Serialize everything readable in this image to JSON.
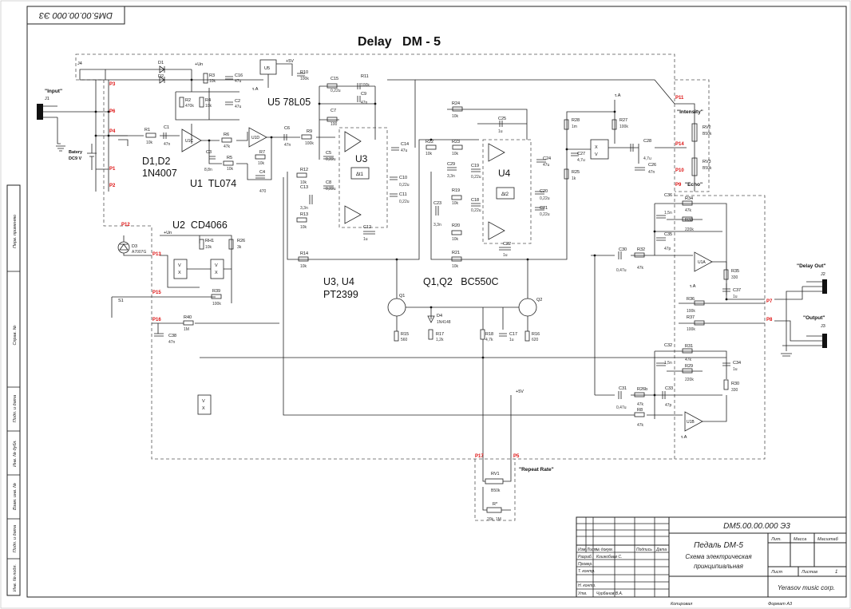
{
  "doc_code_rotated": "DM5.00.00.000 Э3",
  "title": "Delay   DM - 5",
  "blocks": {
    "d1d2": [
      "D1,D2",
      "1N4007"
    ],
    "u1": "U1  TL074",
    "u2": "U2  CD4066",
    "u5": "U5  78L05",
    "u3u4": [
      "U3, U4",
      "PT2399"
    ],
    "q1q2": "Q1,Q2   BC550C",
    "u3": "U3",
    "u4": "U4"
  },
  "connectors": {
    "input": "\"Input\"",
    "j1": "J1",
    "battery": [
      "Batery",
      "DC9 V"
    ],
    "intensity": "\"Intensity\"",
    "echo": "\"Echo\"",
    "delay_out": "\"Delay Out\"",
    "j2": "J2",
    "output": "\"Output\"",
    "j3": "J3",
    "repeat_rate": "\"Repeat Rate\""
  },
  "ports": [
    "P3",
    "P6",
    "P4",
    "P1",
    "P2",
    "P12",
    "P13",
    "P15",
    "P16",
    "P11",
    "P14",
    "P10",
    "P9",
    "P7",
    "P8",
    "P17",
    "P5"
  ],
  "components": [
    {
      "ref": "D1",
      "val": ""
    },
    {
      "ref": "D2",
      "val": ""
    },
    {
      "ref": "J4",
      "val": ""
    },
    {
      "ref": "R3",
      "val": "10k"
    },
    {
      "ref": "R2",
      "val": "470k"
    },
    {
      "ref": "R4",
      "val": "10k"
    },
    {
      "ref": "C16",
      "val": "47u"
    },
    {
      "ref": "C2",
      "val": "47u"
    },
    {
      "ref": "R1",
      "val": "10k"
    },
    {
      "ref": "C1",
      "val": "47n"
    },
    {
      "ref": "C3",
      "val": "8,8n"
    },
    {
      "ref": "R5",
      "val": "10k"
    },
    {
      "ref": "R6",
      "val": "47k"
    },
    {
      "ref": "R7",
      "val": "10k"
    },
    {
      "ref": "C4",
      "val": "470"
    },
    {
      "ref": "C6",
      "val": "47n"
    },
    {
      "ref": "R9",
      "val": "100k"
    },
    {
      "ref": "C15",
      "val": "0,22u"
    },
    {
      "ref": "R11",
      "val": "100k"
    },
    {
      "ref": "C9",
      "val": "47n"
    },
    {
      "ref": "C7",
      "val": "100"
    },
    {
      "ref": "R10",
      "val": "100k"
    },
    {
      "ref": "C5",
      "val": "0,22u"
    },
    {
      "ref": "C8",
      "val": "0,22u"
    },
    {
      "ref": "C14",
      "val": "47u"
    },
    {
      "ref": "C10",
      "val": "0,22u"
    },
    {
      "ref": "C11",
      "val": "0,22u"
    },
    {
      "ref": "R12",
      "val": "10k"
    },
    {
      "ref": "C13",
      "val": "3,3n"
    },
    {
      "ref": "R13",
      "val": "10k"
    },
    {
      "ref": "C12",
      "val": "1u"
    },
    {
      "ref": "R14",
      "val": "10k"
    },
    {
      "ref": "R24",
      "val": "10k"
    },
    {
      "ref": "C25",
      "val": "1u"
    },
    {
      "ref": "R22",
      "val": "10k"
    },
    {
      "ref": "R23",
      "val": "10k"
    },
    {
      "ref": "C29",
      "val": "3,3n"
    },
    {
      "ref": "C19",
      "val": "0,22u"
    },
    {
      "ref": "C24",
      "val": "47u"
    },
    {
      "ref": "R19",
      "val": "10k"
    },
    {
      "ref": "C23",
      "val": "3,3n"
    },
    {
      "ref": "C18",
      "val": "0,22u"
    },
    {
      "ref": "C20",
      "val": "0,22u"
    },
    {
      "ref": "C21",
      "val": "0,22u"
    },
    {
      "ref": "R20",
      "val": "10k"
    },
    {
      "ref": "R21",
      "val": "10k"
    },
    {
      "ref": "C22",
      "val": "1u"
    },
    {
      "ref": "R28",
      "val": "1m"
    },
    {
      "ref": "C27",
      "val": "4,7u"
    },
    {
      "ref": "R25",
      "val": "1k"
    },
    {
      "ref": "R27",
      "val": "100k"
    },
    {
      "ref": "C28",
      "val": "4,7u"
    },
    {
      "ref": "C26",
      "val": "47n"
    },
    {
      "ref": "RV2",
      "val": "B50k"
    },
    {
      "ref": "RV3",
      "val": "B50k"
    },
    {
      "ref": "RH1",
      "val": "10k"
    },
    {
      "ref": "R26",
      "val": "3k"
    },
    {
      "ref": "D3",
      "val": "A7007G"
    },
    {
      "ref": "R39",
      "val": "100k"
    },
    {
      "ref": "R40",
      "val": "1M"
    },
    {
      "ref": "C38",
      "val": "47n"
    },
    {
      "ref": "S1",
      "val": ""
    },
    {
      "ref": "Q1",
      "val": ""
    },
    {
      "ref": "Q2",
      "val": ""
    },
    {
      "ref": "R15",
      "val": "560"
    },
    {
      "ref": "D4",
      "val": "1N4148"
    },
    {
      "ref": "R17",
      "val": "1,2k"
    },
    {
      "ref": "R18",
      "val": "4,7k"
    },
    {
      "ref": "C17",
      "val": "1u"
    },
    {
      "ref": "R16",
      "val": "620"
    },
    {
      "ref": "C36",
      "val": "1,5n"
    },
    {
      "ref": "R34",
      "val": "47k"
    },
    {
      "ref": "R33",
      "val": "220k"
    },
    {
      "ref": "C35",
      "val": "47p"
    },
    {
      "ref": "C30",
      "val": "0,47u"
    },
    {
      "ref": "R32",
      "val": "47k"
    },
    {
      "ref": "R35",
      "val": "330"
    },
    {
      "ref": "C37",
      "val": "1u"
    },
    {
      "ref": "R36",
      "val": "100k"
    },
    {
      "ref": "R37",
      "val": "100k"
    },
    {
      "ref": "C32",
      "val": "1,5n"
    },
    {
      "ref": "R31",
      "val": "47k"
    },
    {
      "ref": "R29",
      "val": "220k"
    },
    {
      "ref": "C34",
      "val": "1u"
    },
    {
      "ref": "R30",
      "val": "330"
    },
    {
      "ref": "C31",
      "val": "0,47u"
    },
    {
      "ref": "R26b",
      "val": "47k"
    },
    {
      "ref": "C33",
      "val": "47p"
    },
    {
      "ref": "R8",
      "val": "47k"
    },
    {
      "ref": "RV1",
      "val": "B50k"
    },
    {
      "ref": "R*",
      "val": "20k, 1M"
    }
  ],
  "rails": {
    "un": "+Un",
    "v5": "+5V",
    "ta": "τ.A"
  },
  "title_block": {
    "code": "DM5.00.00.000 Э3",
    "name": [
      "Педаль DM-5",
      "Схема электрическая",
      "принципиальная"
    ],
    "company": "Yerasov music corp.",
    "format": "Формат А3",
    "copied": "Копировал",
    "col_lit": "Лит.",
    "col_mass": "Масса",
    "col_scale": "Масштаб",
    "sheet": "Лист",
    "sheets": "Листов",
    "sheets_count": "1",
    "rows": [
      {
        "role": "Изм.",
        "b": "Лист",
        "c": "№ докум.",
        "d": "Подпись",
        "e": "Дата"
      },
      {
        "role": "Разраб.",
        "b": "Кошкобаев С.",
        "c": "",
        "d": "",
        "e": ""
      },
      {
        "role": "Провер.",
        "b": "",
        "c": "",
        "d": "",
        "e": ""
      },
      {
        "role": "Т. контр.",
        "b": "",
        "c": "",
        "d": "",
        "e": ""
      },
      {
        "role": "Н. контр.",
        "b": "",
        "c": "",
        "d": "",
        "e": ""
      },
      {
        "role": "Утв.",
        "b": "Чурбанов В.А.",
        "c": "",
        "d": "",
        "e": ""
      }
    ]
  },
  "side_labels": [
    "Перв. применяю",
    "Справ. №",
    "Подп. и дата",
    "Инв. № дубл.",
    "Взам. инв. №",
    "Подп. и дата",
    "Инв. № подл."
  ]
}
